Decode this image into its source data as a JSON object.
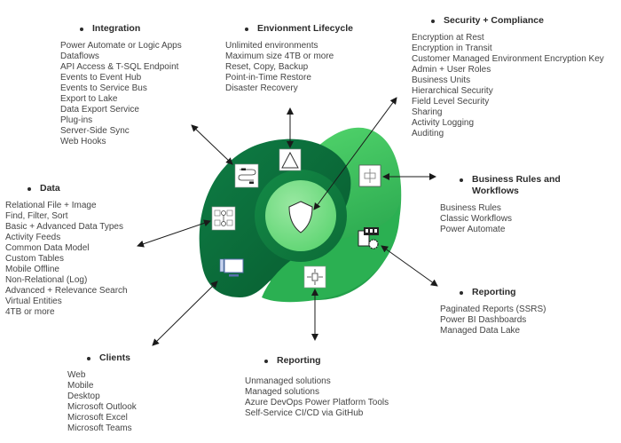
{
  "sections": {
    "integration": {
      "title": "Integration",
      "items": [
        "Power Automate or Logic Apps",
        "Dataflows",
        "API Access & T-SQL Endpoint",
        "Events to Event Hub",
        "Events to Service Bus",
        "Export to Lake",
        "Data Export Service",
        "Plug-ins",
        "Server-Side Sync",
        "Web Hooks"
      ]
    },
    "environment": {
      "title": "Envionment Lifecycle",
      "items": [
        "Unlimited environments",
        "Maximum size 4TB or more",
        "Reset, Copy, Backup",
        "Point-in-Time Restore",
        "Disaster Recovery"
      ]
    },
    "security": {
      "title": "Security + Compliance",
      "items": [
        "Encryption at Rest",
        "Encryption in Transit",
        "Customer Managed Environment Encryption Key",
        "Admin + User Roles",
        "Business Units",
        "Hierarchical Security",
        "Field Level Security",
        "Sharing",
        "Activity Logging",
        "Auditing"
      ]
    },
    "data": {
      "title": "Data",
      "items": [
        "Relational File + Image",
        "Find, Filter, Sort",
        "Basic + Advanced Data Types",
        "Activity Feeds",
        "Common Data Model",
        "Custom Tables",
        "Mobile Offline",
        "Non-Relational (Log)",
        "Advanced + Relevance Search",
        "Virtual Entities",
        "4TB or more"
      ]
    },
    "business": {
      "title": "Business Rules and Workflows",
      "items": [
        "Business Rules",
        "Classic Workflows",
        "Power Automate"
      ]
    },
    "reporting_right": {
      "title": "Reporting",
      "items": [
        "Paginated Reports (SSRS)",
        "Power BI Dashboards",
        "Managed Data Lake"
      ]
    },
    "clients": {
      "title": "Clients",
      "items": [
        "Web",
        "Mobile",
        "Desktop",
        "Microsoft Outlook",
        "Microsoft Excel",
        "Microsoft Teams"
      ]
    },
    "reporting_bottom": {
      "title": "Reporting",
      "items": [
        "Unmanaged solutions",
        "Managed solutions",
        "Azure DevOps Power Platform Tools",
        "Self-Service CI/CD via GitHub"
      ]
    }
  },
  "colors": {
    "dark_green": "#0b6b3a",
    "mid_green": "#1f9a4a",
    "light_green": "#3cc65e",
    "center_green": "#7be08a",
    "arrow": "#1a1a1a"
  },
  "icons": [
    "integration-flow-icon",
    "lifecycle-triangle-icon",
    "data-model-icon",
    "desktop-client-icon",
    "business-rules-icon",
    "reporting-dashboard-icon",
    "deployment-icon",
    "security-shield-icon"
  ]
}
